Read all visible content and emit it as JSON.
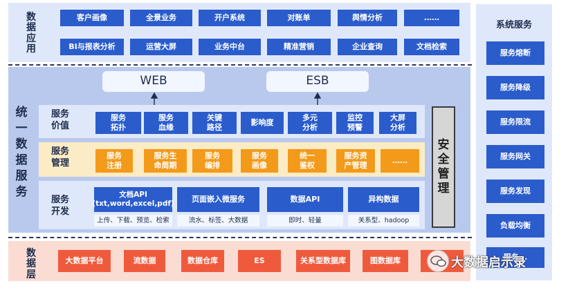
{
  "app_layer": {
    "label": "数据\n应用",
    "items": [
      "客户画像",
      "全景业务",
      "开户系统",
      "对账单",
      "舆情分析",
      "……",
      "BI与报表分析",
      "运营大屏",
      "业务中台",
      "精准营销",
      "企业查询",
      "文档检索"
    ]
  },
  "unified": {
    "label": "统\n一\n数\n据\n服\n务",
    "web": "WEB",
    "esb": "ESB",
    "value": {
      "label": "服务\n价值",
      "items": [
        "服务\n拓扑",
        "服务\n血缘",
        "关键\n路径",
        "影响度",
        "多元\n分析",
        "监控\n预警",
        "大屏\n分析"
      ]
    },
    "manage": {
      "label": "服务\n管理",
      "items": [
        "服务\n注册",
        "服务生\n命周期",
        "服务\n编排",
        "服务\n画像",
        "统一\n鉴权",
        "服务资\n产管理",
        "……"
      ]
    },
    "dev": {
      "label": "服务\n开发",
      "items": [
        {
          "title": "文档API\n(txt,word,excel,pdf)",
          "sub": "上传、下载、预览、检索"
        },
        {
          "title": "页面嵌入微服务",
          "sub": "流水、标签、大数据"
        },
        {
          "title": "数据API",
          "sub": "即时、轻量"
        },
        {
          "title": "异构数据",
          "sub": "关系型、hadoop"
        }
      ]
    },
    "security": "安\n全\n管\n理"
  },
  "data_layer": {
    "label": "数据\n层",
    "items": [
      "大数据平台",
      "流数据",
      "数据仓库",
      "ES",
      "关系型数据库",
      "图数据库",
      ""
    ]
  },
  "system_services": {
    "title": "系统服务",
    "items": [
      "服务熔断",
      "服务降级",
      "服务限流",
      "服务网关",
      "服务发现",
      "负载均衡",
      "服务..."
    ]
  },
  "watermark": "大数据启示录",
  "colors": {
    "blue": "#2b5ccc",
    "orange": "#f39a1a",
    "red": "#f05a3c",
    "panel": "#dfe8fa"
  }
}
